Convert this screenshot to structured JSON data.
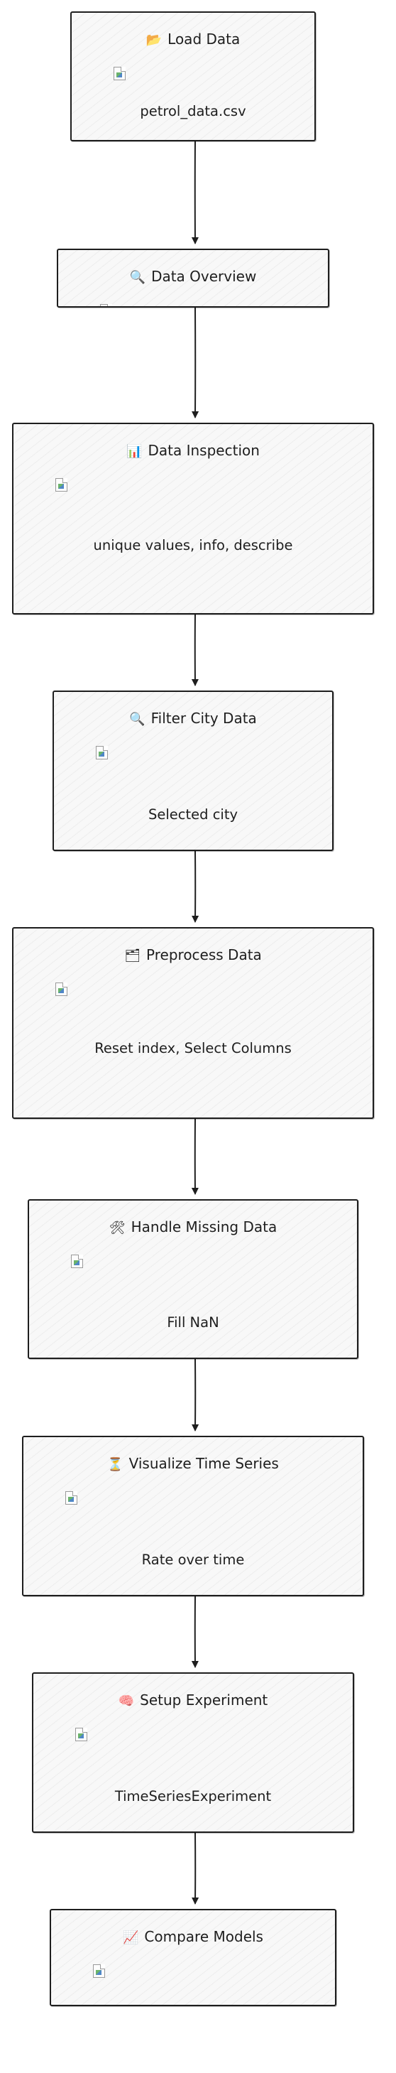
{
  "nodes": [
    {
      "title": "Load Data",
      "emoji": "📂",
      "icon": "folder-icon",
      "subtitle": "petrol_data.csv"
    },
    {
      "title": "Data Overview",
      "emoji": "🔍",
      "icon": "magnifier-icon",
      "subtitle": ""
    },
    {
      "title": "Data Inspection",
      "emoji": "📊",
      "icon": "bar-chart-icon",
      "subtitle": "unique values, info, describe"
    },
    {
      "title": "Filter City Data",
      "emoji": "🔍",
      "icon": "magnifier-icon",
      "subtitle": "Selected city"
    },
    {
      "title": "Preprocess Data",
      "emoji": "🗂",
      "icon": "box-icon",
      "subtitle": "Reset index, Select Columns"
    },
    {
      "title": "Handle Missing Data",
      "emoji": "🛠",
      "icon": "tools-icon",
      "subtitle": "Fill NaN"
    },
    {
      "title": "Visualize Time Series",
      "emoji": "⏳",
      "icon": "hourglass-icon",
      "subtitle": "Rate over time"
    },
    {
      "title": "Setup Experiment",
      "emoji": "🧠",
      "icon": "brain-icon",
      "subtitle": "TimeSeriesExperiment"
    },
    {
      "title": "Compare Models",
      "emoji": "📈",
      "icon": "chart-increasing-icon",
      "subtitle": ""
    }
  ]
}
